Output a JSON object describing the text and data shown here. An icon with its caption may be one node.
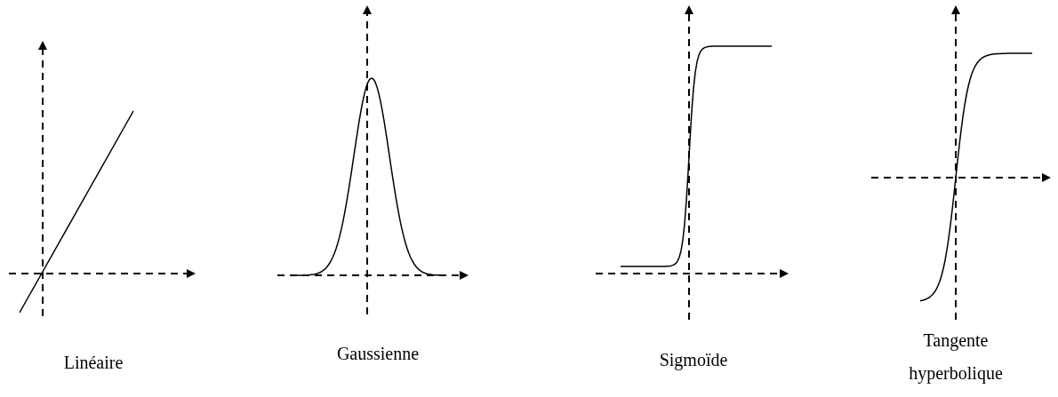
{
  "diagram": {
    "labels": [
      "Linéaire",
      "Gaussienne",
      "Sigmoïde",
      "Tangente hyperbolique"
    ]
  }
}
